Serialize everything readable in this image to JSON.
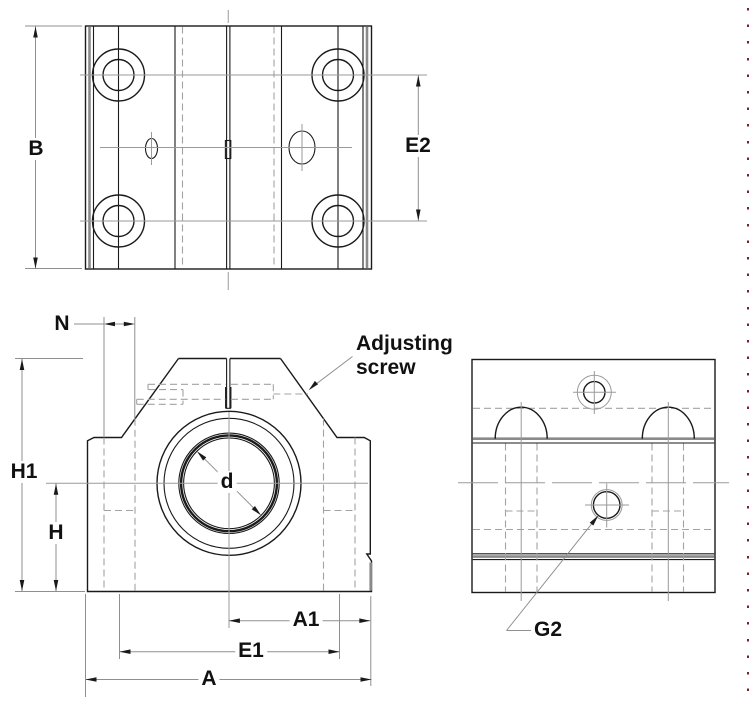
{
  "colors": {
    "background": "#ffffff",
    "line": "#1a1a1a",
    "centerline": "#9a9a9a",
    "dimline": "#8f8f8f",
    "hidden": "#a3a3a3",
    "shade": "#8a8a8a",
    "text": "#111111",
    "accent_dots": "#7a2028"
  },
  "views": {
    "top": {
      "name": "top-view",
      "dims": {
        "B": "B",
        "E2": "E2"
      }
    },
    "front": {
      "name": "front-view",
      "dims": {
        "N": "N",
        "H1": "H1",
        "H": "H",
        "d": "d",
        "A1": "A1",
        "E1": "E1",
        "A": "A"
      },
      "note": "Adjusting\nscrew"
    },
    "side": {
      "name": "side-view",
      "dims": {
        "G2": "G2"
      }
    }
  }
}
